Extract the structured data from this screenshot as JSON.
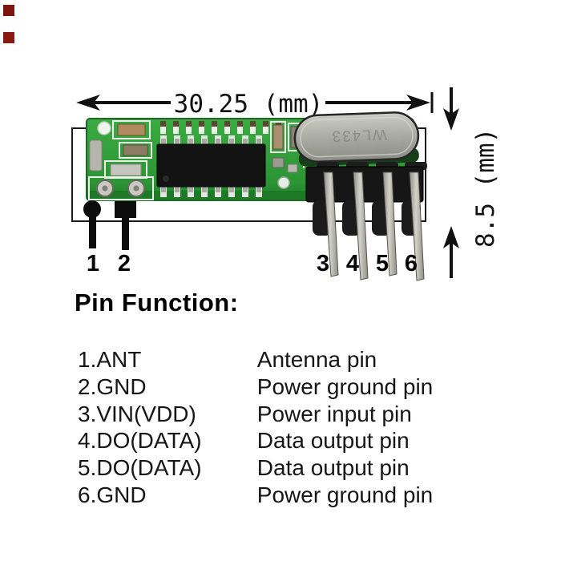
{
  "dimensions": {
    "width_label": "30.25 (mm)",
    "height_label": "8.5 (mm)"
  },
  "module": {
    "crystal_marking": "WL433",
    "pin_labels": [
      "1",
      "2",
      "3",
      "4",
      "5",
      "6"
    ]
  },
  "pin_function": {
    "heading": "Pin Function:",
    "rows": [
      {
        "pin": "1.ANT",
        "function": "Antenna pin"
      },
      {
        "pin": "2.GND",
        "function": "Power ground pin"
      },
      {
        "pin": "3.VIN(VDD)",
        "function": "Power input pin"
      },
      {
        "pin": "4.DO(DATA)",
        "function": "Data output pin"
      },
      {
        "pin": "5.DO(DATA)",
        "function": "Data output pin"
      },
      {
        "pin": "6.GND",
        "function": "Power ground pin"
      }
    ]
  },
  "colors": {
    "background": "#ffffff",
    "pcb_green": "#2f9e38",
    "pcb_dark_green": "#1f7a28",
    "ink_black": "#111111",
    "metal_silver": "#b9b9b1",
    "header_black": "#161616",
    "watermark_red": "#7d150e"
  }
}
